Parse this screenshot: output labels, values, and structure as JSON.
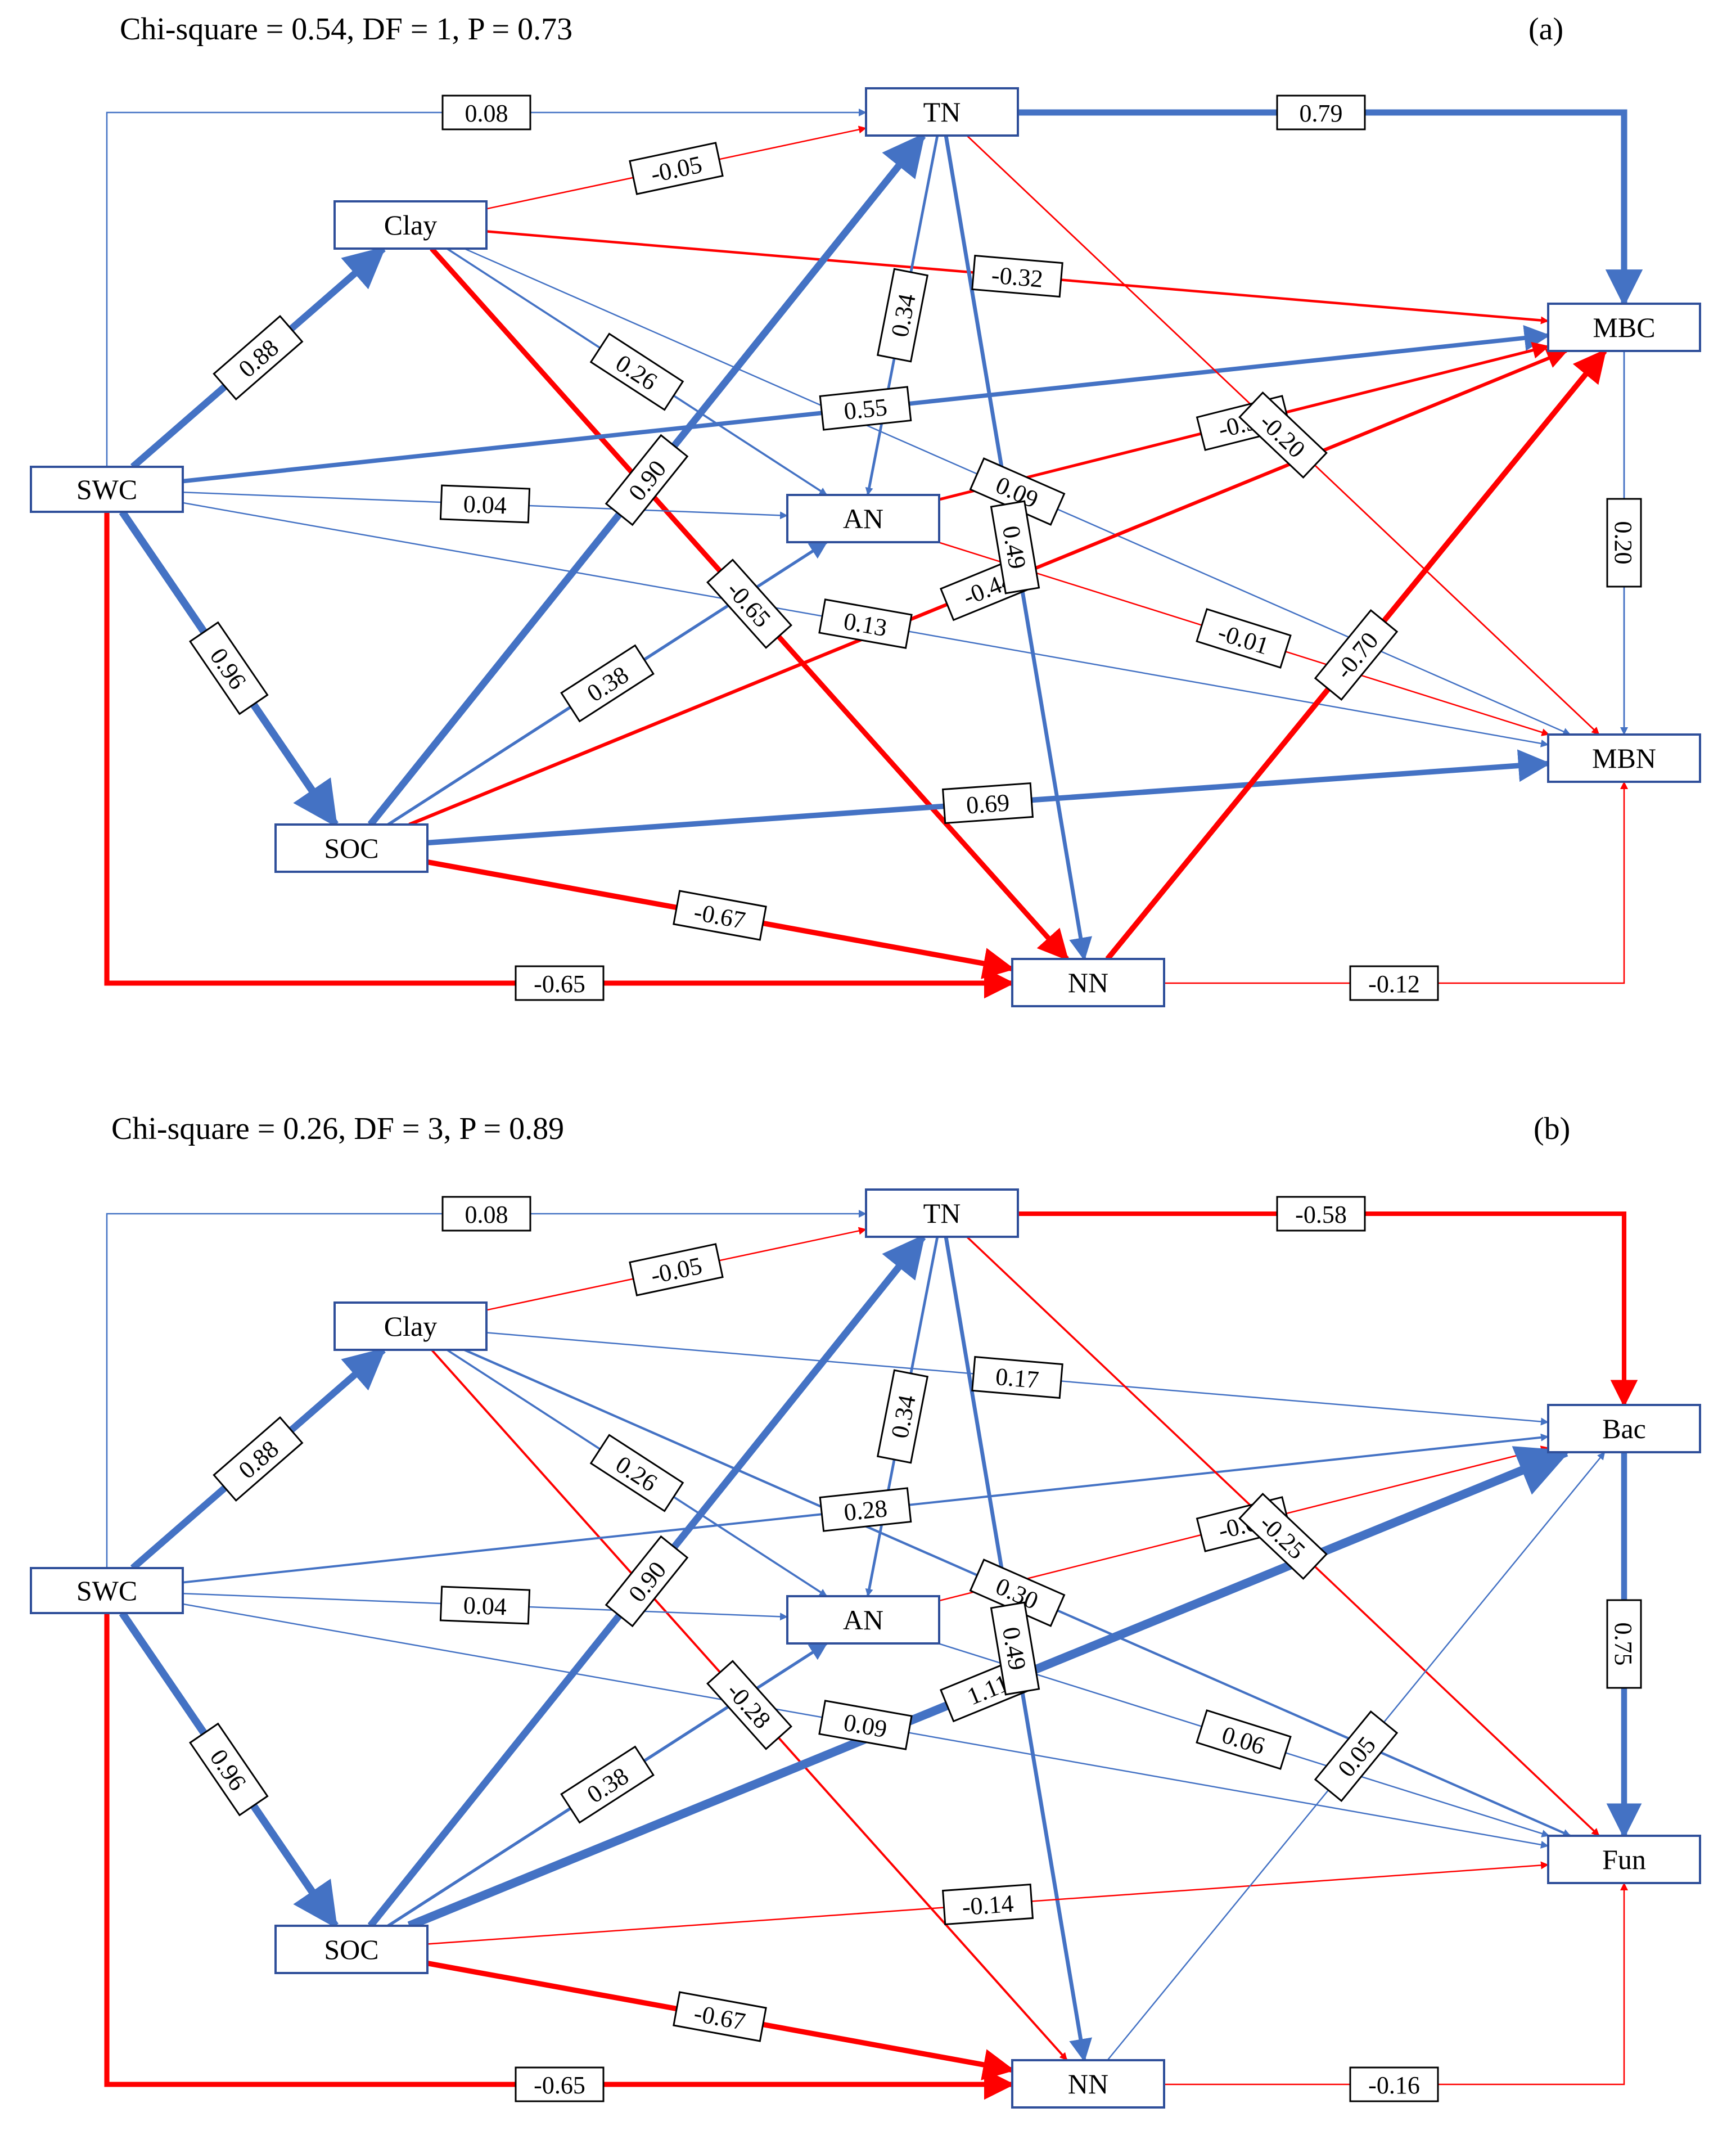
{
  "panels": [
    {
      "id": "a",
      "stats": "Chi-square = 0.54, DF = 1, P = 0.73",
      "letter": "(a)",
      "colors": {
        "positive": "#4472c4",
        "negative": "#ff0000"
      },
      "nodes": {
        "SWC": "SWC",
        "Clay": "Clay",
        "SOC": "SOC",
        "TN": "TN",
        "AN": "AN",
        "NN": "NN",
        "R1": "MBC",
        "R2": "MBN"
      },
      "paths": [
        {
          "from": "SWC",
          "to": "TN",
          "label": "0.08"
        },
        {
          "from": "Clay",
          "to": "TN",
          "label": "-0.05"
        },
        {
          "from": "TN",
          "to": "R1",
          "label": "0.79"
        },
        {
          "from": "SWC",
          "to": "Clay",
          "label": "0.88"
        },
        {
          "from": "Clay",
          "to": "R1",
          "label": "-0.32"
        },
        {
          "from": "Clay",
          "to": "AN",
          "label": "0.26"
        },
        {
          "from": "Clay",
          "to": "R2",
          "label": "0.09"
        },
        {
          "from": "Clay",
          "to": "NN",
          "label": "-0.65"
        },
        {
          "from": "TN",
          "to": "AN",
          "label": "0.34"
        },
        {
          "from": "SWC",
          "to": "R1",
          "label": "0.55"
        },
        {
          "from": "SWC",
          "to": "AN",
          "label": "0.04"
        },
        {
          "from": "AN",
          "to": "R1",
          "label": "-0.36"
        },
        {
          "from": "AN",
          "to": "R2",
          "label": "-0.01"
        },
        {
          "from": "SWC",
          "to": "R2",
          "label": "0.13"
        },
        {
          "from": "R1",
          "to": "R2",
          "label": "0.20"
        },
        {
          "from": "TN",
          "to": "R2",
          "label": "-0.20"
        },
        {
          "from": "SWC",
          "to": "SOC",
          "label": "0.96"
        },
        {
          "from": "SOC",
          "to": "TN",
          "label": "0.90"
        },
        {
          "from": "SOC",
          "to": "AN",
          "label": "0.38"
        },
        {
          "from": "SOC",
          "to": "R1",
          "label": "-0.44"
        },
        {
          "from": "TN",
          "to": "NN",
          "label": "0.49"
        },
        {
          "from": "SOC",
          "to": "R2",
          "label": "0.69"
        },
        {
          "from": "SOC",
          "to": "NN",
          "label": "-0.67"
        },
        {
          "from": "NN",
          "to": "R1",
          "label": "-0.70"
        },
        {
          "from": "SWC",
          "to": "NN",
          "label": "-0.65"
        },
        {
          "from": "NN",
          "to": "R2",
          "label": "-0.12"
        }
      ]
    },
    {
      "id": "b",
      "stats": "Chi-square = 0.26, DF = 3, P = 0.89",
      "letter": "(b)",
      "colors": {
        "positive": "#4472c4",
        "negative": "#ff0000"
      },
      "nodes": {
        "SWC": "SWC",
        "Clay": "Clay",
        "SOC": "SOC",
        "TN": "TN",
        "AN": "AN",
        "NN": "NN",
        "R1": "Bac",
        "R2": "Fun"
      },
      "paths": [
        {
          "from": "SWC",
          "to": "TN",
          "label": "0.08"
        },
        {
          "from": "Clay",
          "to": "TN",
          "label": "-0.05"
        },
        {
          "from": "TN",
          "to": "R1",
          "label": "-0.58"
        },
        {
          "from": "SWC",
          "to": "Clay",
          "label": "0.88"
        },
        {
          "from": "Clay",
          "to": "R1",
          "label": "0.17"
        },
        {
          "from": "Clay",
          "to": "AN",
          "label": "0.26"
        },
        {
          "from": "Clay",
          "to": "R2",
          "label": "0.30"
        },
        {
          "from": "Clay",
          "to": "NN",
          "label": "-0.28"
        },
        {
          "from": "TN",
          "to": "AN",
          "label": "0.34"
        },
        {
          "from": "SWC",
          "to": "R1",
          "label": "0.28"
        },
        {
          "from": "SWC",
          "to": "AN",
          "label": "0.04"
        },
        {
          "from": "AN",
          "to": "R1",
          "label": "-0.01"
        },
        {
          "from": "AN",
          "to": "R2",
          "label": "0.06"
        },
        {
          "from": "SWC",
          "to": "R2",
          "label": "0.09"
        },
        {
          "from": "R1",
          "to": "R2",
          "label": "0.75"
        },
        {
          "from": "TN",
          "to": "R2",
          "label": "-0.25"
        },
        {
          "from": "SWC",
          "to": "SOC",
          "label": "0.96"
        },
        {
          "from": "SOC",
          "to": "TN",
          "label": "0.90"
        },
        {
          "from": "SOC",
          "to": "AN",
          "label": "0.38"
        },
        {
          "from": "SOC",
          "to": "R1",
          "label": "1.11"
        },
        {
          "from": "TN",
          "to": "NN",
          "label": "0.49"
        },
        {
          "from": "SOC",
          "to": "R2",
          "label": "-0.14"
        },
        {
          "from": "SOC",
          "to": "NN",
          "label": "-0.67"
        },
        {
          "from": "NN",
          "to": "R1",
          "label": "0.05"
        },
        {
          "from": "SWC",
          "to": "NN",
          "label": "-0.65"
        },
        {
          "from": "NN",
          "to": "R2",
          "label": "-0.16"
        }
      ]
    }
  ]
}
